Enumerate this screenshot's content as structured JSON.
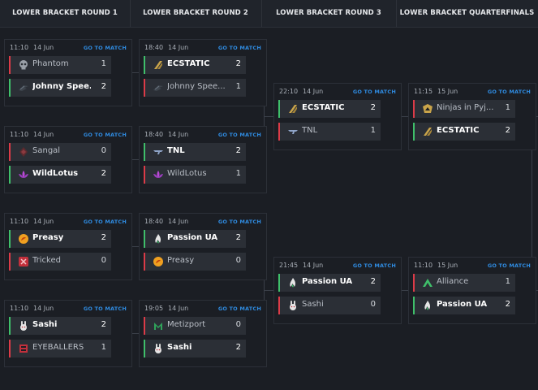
{
  "rounds": [
    "LOWER BRACKET ROUND 1",
    "LOWER BRACKET ROUND 2",
    "LOWER BRACKET ROUND 3",
    "LOWER BRACKET QUARTERFINALS"
  ],
  "goto_label": "GO TO MATCH",
  "matches": {
    "r1m1": {
      "time": "11:10",
      "date": "14 Jun",
      "teams": [
        {
          "name": "Phantom",
          "score": "1"
        },
        {
          "name": "Johnny Spee...",
          "score": "2"
        }
      ]
    },
    "r1m2": {
      "time": "11:10",
      "date": "14 Jun",
      "teams": [
        {
          "name": "Sangal",
          "score": "0"
        },
        {
          "name": "WildLotus",
          "score": "2"
        }
      ]
    },
    "r1m3": {
      "time": "11:10",
      "date": "14 Jun",
      "teams": [
        {
          "name": "Preasy",
          "score": "2"
        },
        {
          "name": "Tricked",
          "score": "0"
        }
      ]
    },
    "r1m4": {
      "time": "11:10",
      "date": "14 Jun",
      "teams": [
        {
          "name": "Sashi",
          "score": "2"
        },
        {
          "name": "EYEBALLERS",
          "score": "1"
        }
      ]
    },
    "r2m1": {
      "time": "18:40",
      "date": "14 Jun",
      "teams": [
        {
          "name": "ECSTATIC",
          "score": "2"
        },
        {
          "name": "Johnny Spee...",
          "score": "1"
        }
      ]
    },
    "r2m2": {
      "time": "18:40",
      "date": "14 Jun",
      "teams": [
        {
          "name": "TNL",
          "score": "2"
        },
        {
          "name": "WildLotus",
          "score": "1"
        }
      ]
    },
    "r2m3": {
      "time": "18:40",
      "date": "14 Jun",
      "teams": [
        {
          "name": "Passion UA",
          "score": "2"
        },
        {
          "name": "Preasy",
          "score": "0"
        }
      ]
    },
    "r2m4": {
      "time": "19:05",
      "date": "14 Jun",
      "teams": [
        {
          "name": "Metizport",
          "score": "0"
        },
        {
          "name": "Sashi",
          "score": "2"
        }
      ]
    },
    "r3m1": {
      "time": "22:10",
      "date": "14 Jun",
      "teams": [
        {
          "name": "ECSTATIC",
          "score": "2"
        },
        {
          "name": "TNL",
          "score": "1"
        }
      ]
    },
    "r3m2": {
      "time": "21:45",
      "date": "14 Jun",
      "teams": [
        {
          "name": "Passion UA",
          "score": "2"
        },
        {
          "name": "Sashi",
          "score": "0"
        }
      ]
    },
    "qf1": {
      "time": "11:15",
      "date": "15 Jun",
      "teams": [
        {
          "name": "Ninjas in Pyj...",
          "score": "1"
        },
        {
          "name": "ECSTATIC",
          "score": "2"
        }
      ]
    },
    "qf2": {
      "time": "11:10",
      "date": "15 Jun",
      "teams": [
        {
          "name": "Alliance",
          "score": "1"
        },
        {
          "name": "Passion UA",
          "score": "2"
        }
      ]
    }
  },
  "colors": {
    "win": "#3fbf6a",
    "loss": "#dc3b48",
    "link": "#2f8be0"
  },
  "icons": {
    "Phantom": "skull-icon",
    "Johnny Spee...": "wing-logo-icon",
    "Sangal": "sangal-logo-icon",
    "WildLotus": "lotus-logo-icon",
    "Preasy": "preasy-logo-icon",
    "Tricked": "tricked-logo-icon",
    "Sashi": "rabbit-logo-icon",
    "EYEBALLERS": "eyeballers-logo-icon",
    "ECSTATIC": "ecstatic-logo-icon",
    "TNL": "tnl-logo-icon",
    "Passion UA": "flame-logo-icon",
    "Metizport": "metizport-logo-icon",
    "Ninjas in Pyj...": "nip-logo-icon",
    "Alliance": "alliance-logo-icon"
  }
}
